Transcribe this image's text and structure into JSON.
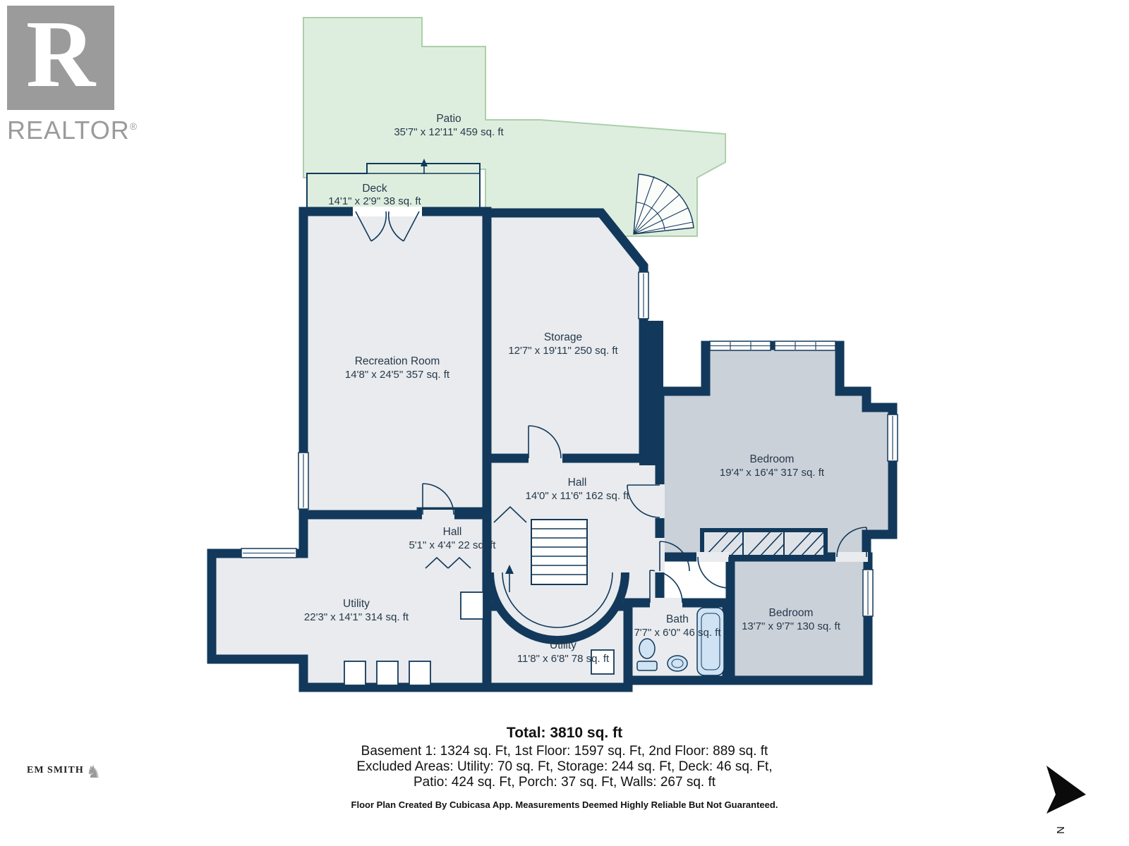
{
  "branding": {
    "realtor_letter": "R",
    "realtor_word": "REALTOR",
    "registered": "®",
    "agent": "EM SMITH"
  },
  "compass": {
    "n": "N"
  },
  "rooms": [
    {
      "name": "Patio",
      "dims": "35'7\" x 12'11\" 459 sq. ft"
    },
    {
      "name": "Deck",
      "dims": "14'1\" x 2'9\" 38 sq. ft"
    },
    {
      "name": "Recreation Room",
      "dims": "14'8\" x 24'5\" 357 sq. ft"
    },
    {
      "name": "Storage",
      "dims": "12'7\" x 19'11\" 250 sq. ft"
    },
    {
      "name": "Bedroom",
      "dims": "19'4\" x 16'4\" 317 sq. ft"
    },
    {
      "name": "Hall",
      "dims": "14'0\" x 11'6\" 162 sq. ft"
    },
    {
      "name": "Hall",
      "dims": "5'1\" x 4'4\" 22 sq. ft"
    },
    {
      "name": "Utility",
      "dims": "22'3\" x 14'1\" 314 sq. ft"
    },
    {
      "name": "Utility",
      "dims": "11'8\" x 6'8\" 78 sq. ft"
    },
    {
      "name": "Bath",
      "dims": "7'7\" x 6'0\" 46 sq. ft"
    },
    {
      "name": "Bedroom",
      "dims": "13'7\" x 9'7\" 130 sq. ft"
    }
  ],
  "summary": {
    "total": "Total: 3810 sq. ft",
    "floors": "Basement 1: 1324 sq. Ft, 1st Floor: 1597 sq. Ft, 2nd Floor: 889 sq. ft",
    "excluded_1": "Excluded Areas: Utility: 70 sq. Ft, Storage: 244 sq. Ft, Deck: 46 sq. Ft,",
    "excluded_2": "Patio: 424 sq. Ft, Porch: 37 sq. Ft, Walls: 267 sq. ft",
    "disclaimer": "Floor Plan Created By Cubicasa App. Measurements Deemed Highly Reliable But Not Guaranteed."
  },
  "colors": {
    "wall": "#12395b",
    "room_light": "#e9ebee",
    "room_dark": "#cbd1d9",
    "patio_fill": "#deeede",
    "patio_border": "#abcfab",
    "fixture_blue": "#cfe3f4",
    "label_text": "#26394b",
    "logo_gray": "#9b9b9b"
  },
  "icons": {
    "north_arrow": "black triangle pointer",
    "spiral_staircase": "fan of winder treads",
    "staircase": "parallel tread lines with up arrow",
    "bathtub": "rounded rectangle",
    "toilet": "ellipse bowl with tank",
    "sink": "oval basin",
    "door_swing": "quarter-circle arc",
    "window": "white inset with mullion lines"
  }
}
